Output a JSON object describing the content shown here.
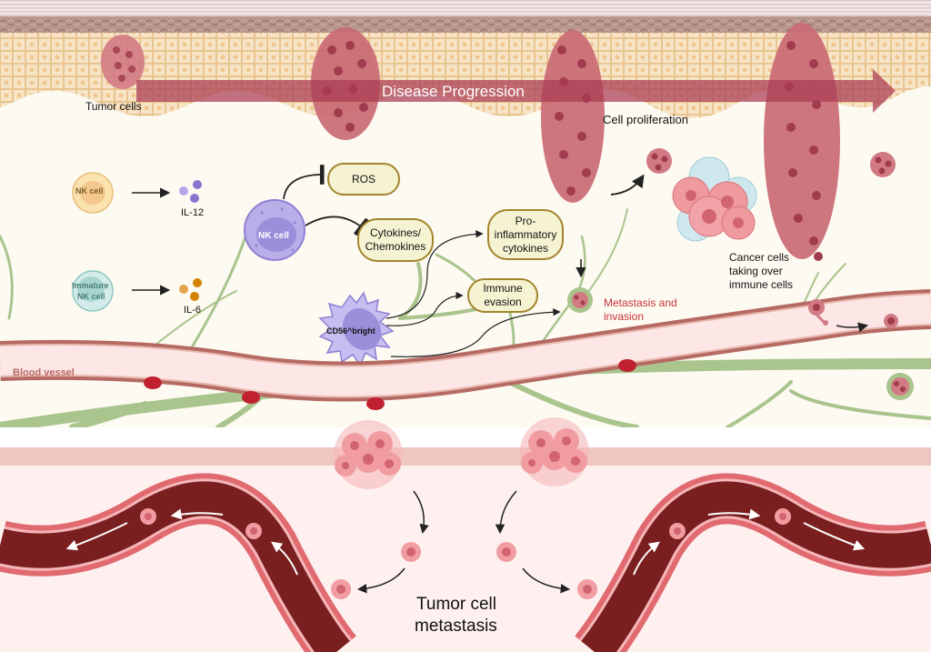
{
  "title": "Disease Progression",
  "colors": {
    "skin_top": "#d9cfcf",
    "skin_dark": "#a88880",
    "epidermis": "#f7e4c6",
    "epidermis_line": "#e3b67c",
    "dermis": "#fdfaf2",
    "tumor": "#c96a74",
    "tumor_dark": "#a84756",
    "progression_arrow": "#a93a52",
    "vessel_wall": "#b56a64",
    "vessel_fill": "#fce6e6",
    "rbc": "#c0202f",
    "nerve": "#a9c48d",
    "box_fill": "#f6f3d2",
    "box_border": "#a2842d",
    "nk_purple": "#b3a8e6",
    "nk_yellow": "#fbe3b0",
    "immature_teal": "#cfe8e6",
    "il12": "#9a86d6",
    "il6": "#d98b16",
    "metastasis_text": "#c8323c",
    "lower_bg": "#fdf0ef",
    "lower_band": "#efc7c2",
    "blood_dark": "#7a1f1f",
    "blood_wall": "#e06a70"
  },
  "labels": {
    "tumor_cells": "Tumor cells",
    "disease_progression": "Disease Progression",
    "cell_proliferation": "Cell proliferation",
    "nk_cell_small": "NK cell",
    "il12": "IL-12",
    "immature_nk": [
      "Immature",
      "NK cell"
    ],
    "il6": "IL-6",
    "nk_cell_large": "NK cell",
    "cd56_bright": "CD56^bright",
    "ros": "ROS",
    "cytokines": [
      "Cytokines/",
      "Chemokines"
    ],
    "pro_inflammatory": [
      "Pro-",
      "inflammatory",
      "cytokines"
    ],
    "immune_evasion": [
      "Immune",
      "evasion"
    ],
    "metastasis_invasion": [
      "Metastasis and",
      "invasion"
    ],
    "cancer_takeover": [
      "Cancer cells",
      "taking over",
      "immune cells"
    ],
    "blood_vessel": "Blood vessel",
    "tumor_metastasis": [
      "Tumor cell",
      "metastasis"
    ]
  }
}
